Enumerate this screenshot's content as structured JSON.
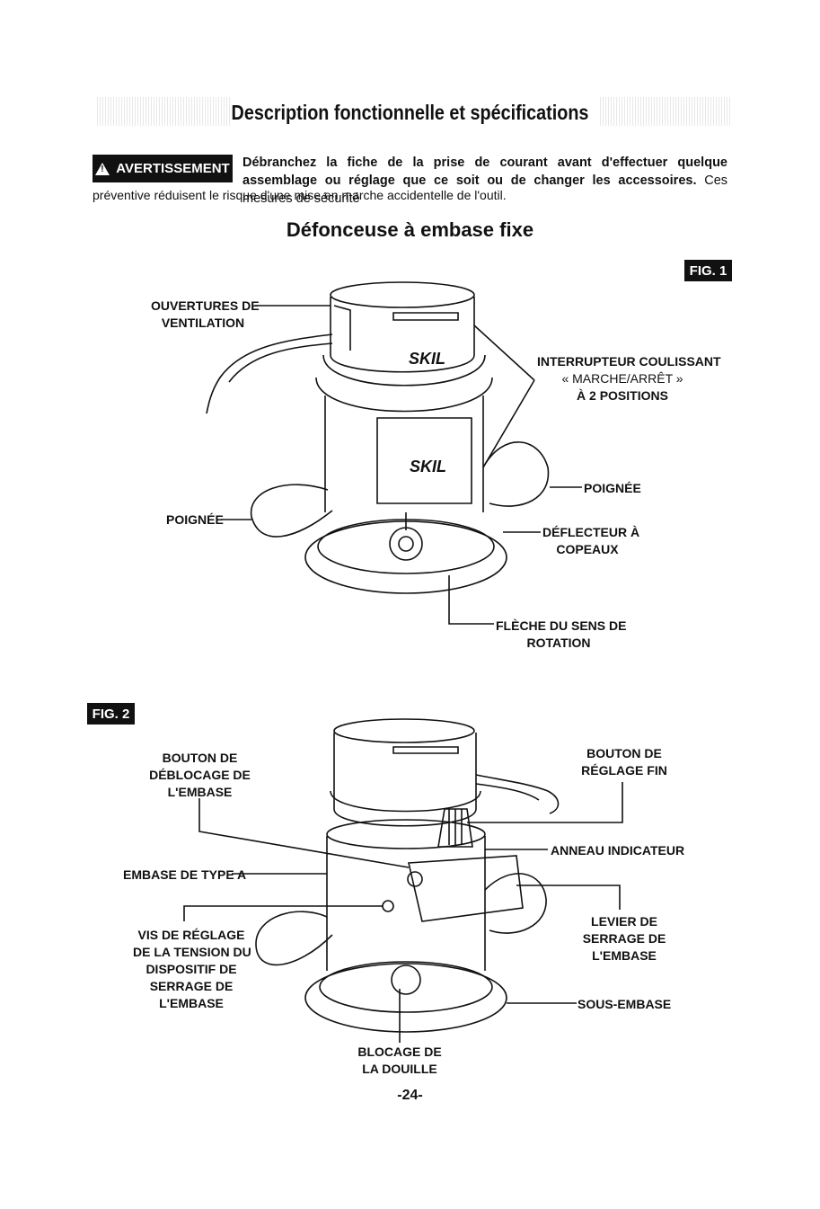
{
  "header": {
    "title": "Description fonctionnelle et spécifications"
  },
  "warning": {
    "badge": "AVERTISSEMENT",
    "bold_text": "Débranchez la fiche de la prise de courant avant d'effectuer quelque assemblage ou réglage que ce soit ou de changer les accessoires.",
    "normal_text_1": "Ces mesures de sécurité",
    "normal_text_2": "préventive réduisent le risque d'une mise en marche accidentelle de l'outil."
  },
  "subtitle": "Défonceuse à embase fixe",
  "fig1": {
    "tag": "FIG. 1",
    "brand": "SKIL",
    "labels": {
      "vents_1": "OUVERTURES DE",
      "vents_2": "VENTILATION",
      "switch_1": "INTERRUPTEUR COULISSANT",
      "switch_2": "« MARCHE/ARRÊT »",
      "switch_3": "À 2 POSITIONS",
      "handle_right": "POIGNÉE",
      "handle_left": "POIGNÉE",
      "deflector_1": "DÉFLECTEUR À",
      "deflector_2": "COPEAUX",
      "arrow_1": "FLÈCHE DU SENS DE",
      "arrow_2": "ROTATION"
    }
  },
  "fig2": {
    "tag": "FIG. 2",
    "labels": {
      "release_1": "BOUTON DE",
      "release_2": "DÉBLOCAGE  DE",
      "release_3": "L'EMBASE",
      "fine_1": "BOUTON DE",
      "fine_2": "RÉGLAGE FIN",
      "ring": "ANNEAU INDICATEUR",
      "base_type": "EMBASE DE TYPE A",
      "screw_1": "VIS DE RÉGLAGE",
      "screw_2": "DE LA TENSION DU",
      "screw_3": "DISPOSITIF DE",
      "screw_4": "SERRAGE DE",
      "screw_5": "L'EMBASE",
      "lever_1": "LEVIER DE",
      "lever_2": "SERRAGE DE",
      "lever_3": "L'EMBASE",
      "subbase": "SOUS-EMBASE",
      "spindle_1": "BLOCAGE DE",
      "spindle_2": "LA DOUILLE"
    }
  },
  "footer": {
    "page_number": "-24-"
  }
}
